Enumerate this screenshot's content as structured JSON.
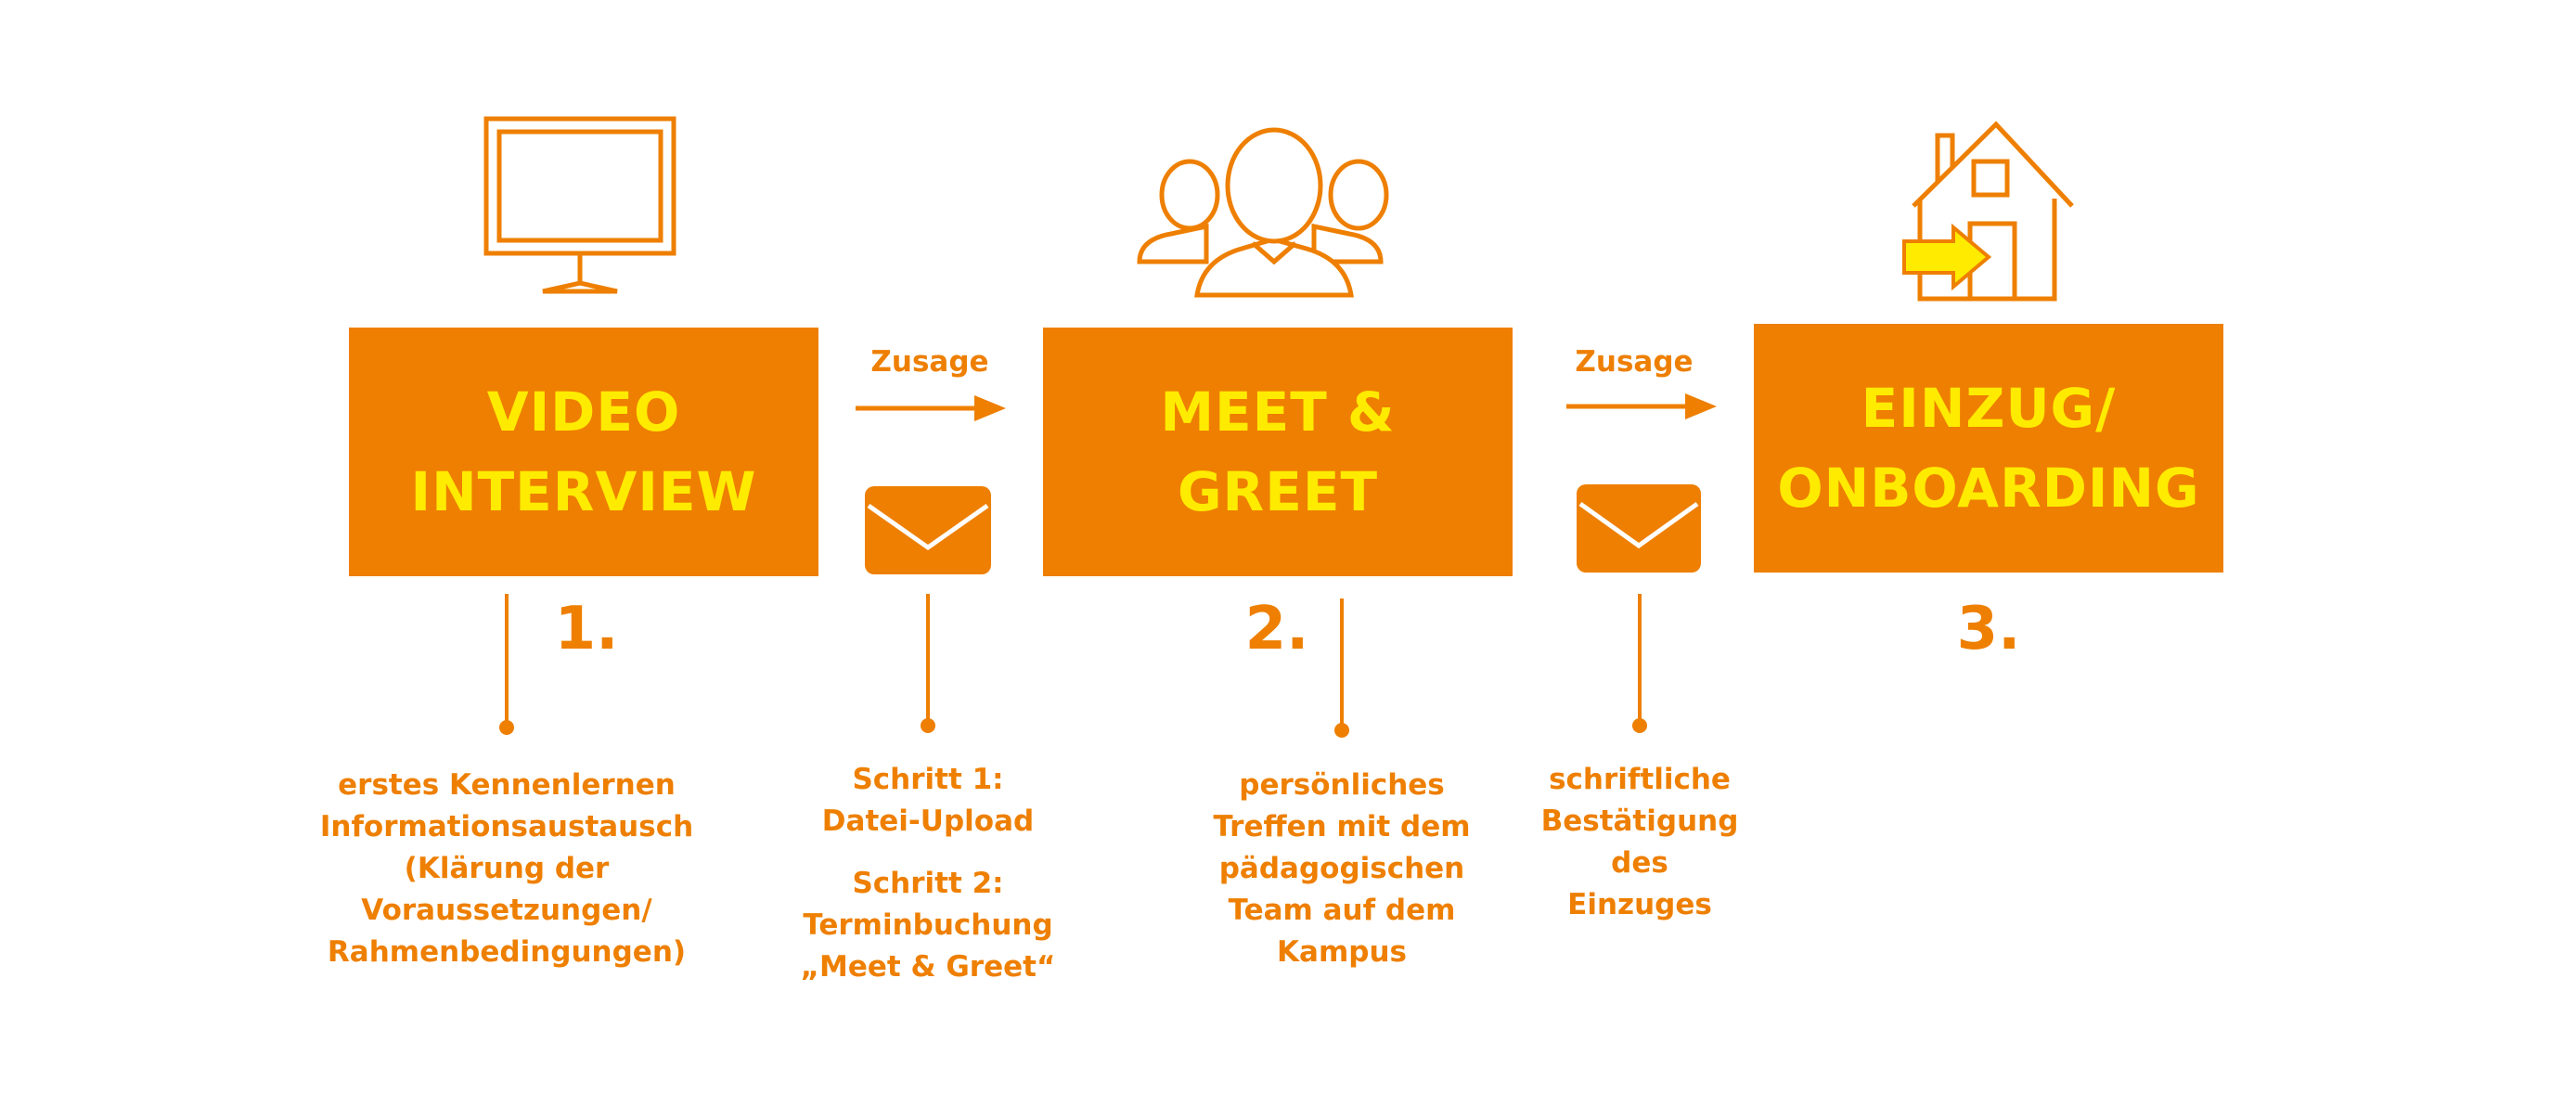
{
  "colors": {
    "orange": "#EE7F00",
    "yellow": "#FFEB00",
    "background": "#FFFFFF"
  },
  "icons": [
    "monitor-icon",
    "people-group-icon",
    "house-with-arrow-icon",
    "envelope-icon",
    "arrow-right-icon"
  ],
  "steps": [
    {
      "title_line1": "VIDEO",
      "title_line2": "INTERVIEW",
      "number": "1.",
      "description": [
        "erstes Kennenlernen",
        "Informationsaustausch",
        "(Klärung der",
        "Voraussetzungen/",
        "Rahmenbedingungen)"
      ]
    },
    {
      "title_line1": "MEET &",
      "title_line2": "GREET",
      "number": "2.",
      "description": [
        "persönliches",
        "Treffen mit dem",
        "pädagogischen",
        "Team auf dem",
        "Kampus"
      ]
    },
    {
      "title_line1": "EINZUG/",
      "title_line2": "ONBOARDING",
      "number": "3."
    }
  ],
  "transitions": [
    {
      "label": "Zusage",
      "substeps": [
        {
          "line1": "Schritt 1:",
          "line2": "Datei-Upload"
        },
        {
          "line1": "Schritt 2:",
          "line2": "Terminbuchung",
          "line3": "„Meet & Greet“"
        }
      ]
    },
    {
      "label": "Zusage",
      "description": [
        "schriftliche",
        "Bestätigung",
        "des",
        "Einzuges"
      ]
    }
  ]
}
